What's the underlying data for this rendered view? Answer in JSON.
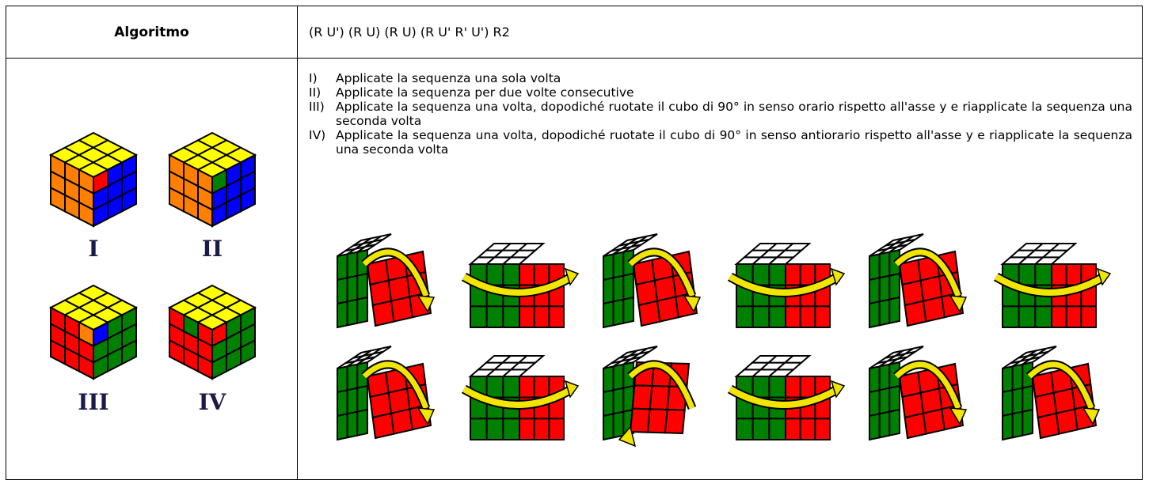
{
  "header": {
    "label": "Algoritmo",
    "algorithm": "(R U') (R U) (R U) (R U' R' U') R2"
  },
  "cases": [
    {
      "label": "I",
      "top_row": [
        "yellow",
        "yellow",
        "yellow"
      ],
      "accent": "red"
    },
    {
      "label": "II",
      "top_row": [
        "yellow",
        "yellow",
        "yellow"
      ],
      "accent": "green"
    },
    {
      "label": "III",
      "top_row": [
        "yellow",
        "yellow",
        "yellow"
      ],
      "accent": "blue"
    },
    {
      "label": "IV",
      "top_row": [
        "yellow",
        "yellow",
        "yellow"
      ],
      "accent": "green"
    }
  ],
  "steps": [
    {
      "num": "I)",
      "text": "Applicate la sequenza una sola volta"
    },
    {
      "num": "II)",
      "text": "Applicate la sequenza per due volte consecutive"
    },
    {
      "num": "III)",
      "text": "Applicate la sequenza una volta, dopodiché ruotate il cubo di 90° in senso orario rispetto all'asse y e riapplicate la sequenza una seconda volta"
    },
    {
      "num": "IV)",
      "text": "Applicate la sequenza una volta, dopodiché ruotate il cubo di 90° in senso antiorario rispetto all'asse y e riapplicate la sequenza una seconda volta"
    }
  ],
  "moves": [
    [
      "R-down",
      "U-turn",
      "R-down",
      "U-turn",
      "R-down",
      "U-turn"
    ],
    [
      "R-down",
      "U-turn",
      "R-up",
      "U-turn",
      "R-down",
      "R-down"
    ]
  ],
  "colors": {
    "yellow": "#ffff00",
    "orange": "#ff8000",
    "blue": "#0000ff",
    "red": "#ff0000",
    "green": "#008000",
    "white": "#ffffff",
    "arrow": "#f2e600",
    "grey": "#a0a0a0"
  }
}
